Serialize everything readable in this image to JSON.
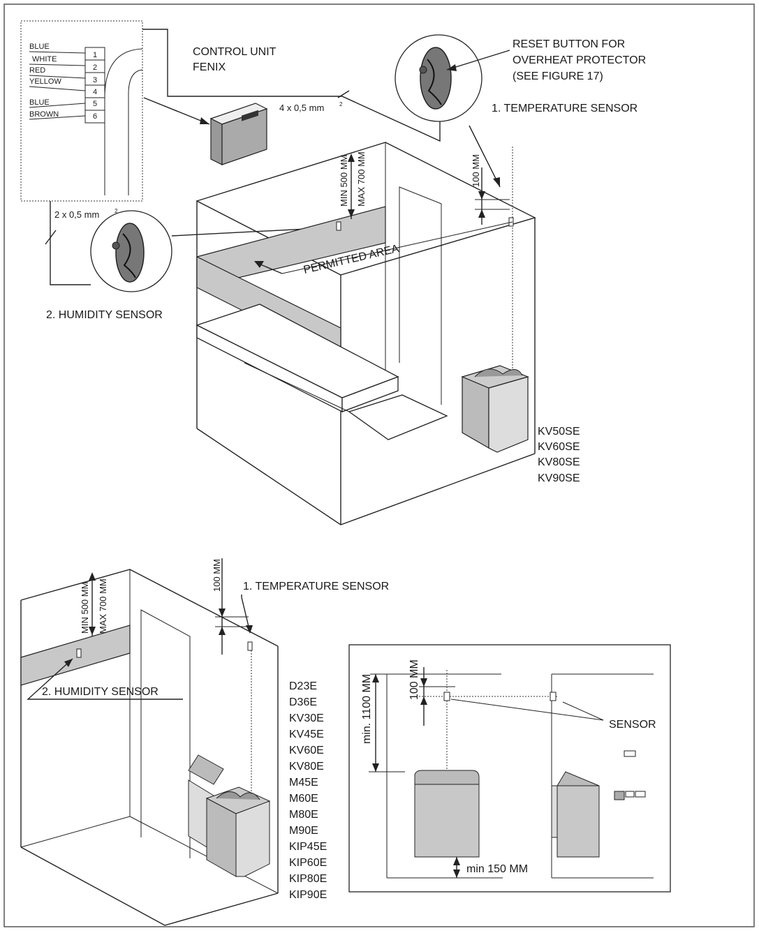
{
  "top": {
    "wires": [
      {
        "color": "BLUE"
      },
      {
        "color": "WHITE",
        "terminal": "1"
      },
      {
        "color": "RED",
        "terminal": "2"
      },
      {
        "color": "YELLOW",
        "terminal": "3"
      },
      {
        "terminal": "4"
      },
      {
        "color": "BLUE",
        "terminal": "5"
      },
      {
        "color": "BROWN",
        "terminal": "6"
      }
    ],
    "control_unit_line1": "CONTROL UNIT",
    "control_unit_line2": "FENIX",
    "cable_4": "4 x 0,5 mm",
    "cable_4_sup": "2",
    "cable_2": "2 x 0,5 mm",
    "cable_2_sup": "2",
    "reset_line1": "RESET BUTTON FOR",
    "reset_line2": "OVERHEAT PROTECTOR",
    "reset_line3": "(SEE FIGURE 17)",
    "temp_sensor": "1. TEMPERATURE SENSOR",
    "humidity_sensor": "2. HUMIDITY SENSOR",
    "min_500": "MIN 500 MM",
    "max_700": "MAX 700 MM",
    "dist_100": "100 MM",
    "permitted_area": "PERMITTED AREA",
    "models": [
      "KV50SE",
      "KV60SE",
      "KV80SE",
      "KV90SE"
    ]
  },
  "bottom": {
    "min_500": "MIN 500 MM",
    "max_700": "MAX 700 MM",
    "dist_100": "100 MM",
    "temp_sensor": "1. TEMPERATURE SENSOR",
    "humidity_sensor": "2. HUMIDITY SENSOR",
    "models": [
      "D23E",
      "D36E",
      "KV30E",
      "KV45E",
      "KV60E",
      "KV80E",
      "M45E",
      "M60E",
      "M80E",
      "M90E",
      "KIP45E",
      "KIP60E",
      "KIP80E",
      "KIP90E"
    ]
  },
  "inset": {
    "dist_100": "100 MM",
    "min_1100": "min. 1100 MM",
    "min_150": "min 150 MM",
    "sensor": "SENSOR"
  }
}
